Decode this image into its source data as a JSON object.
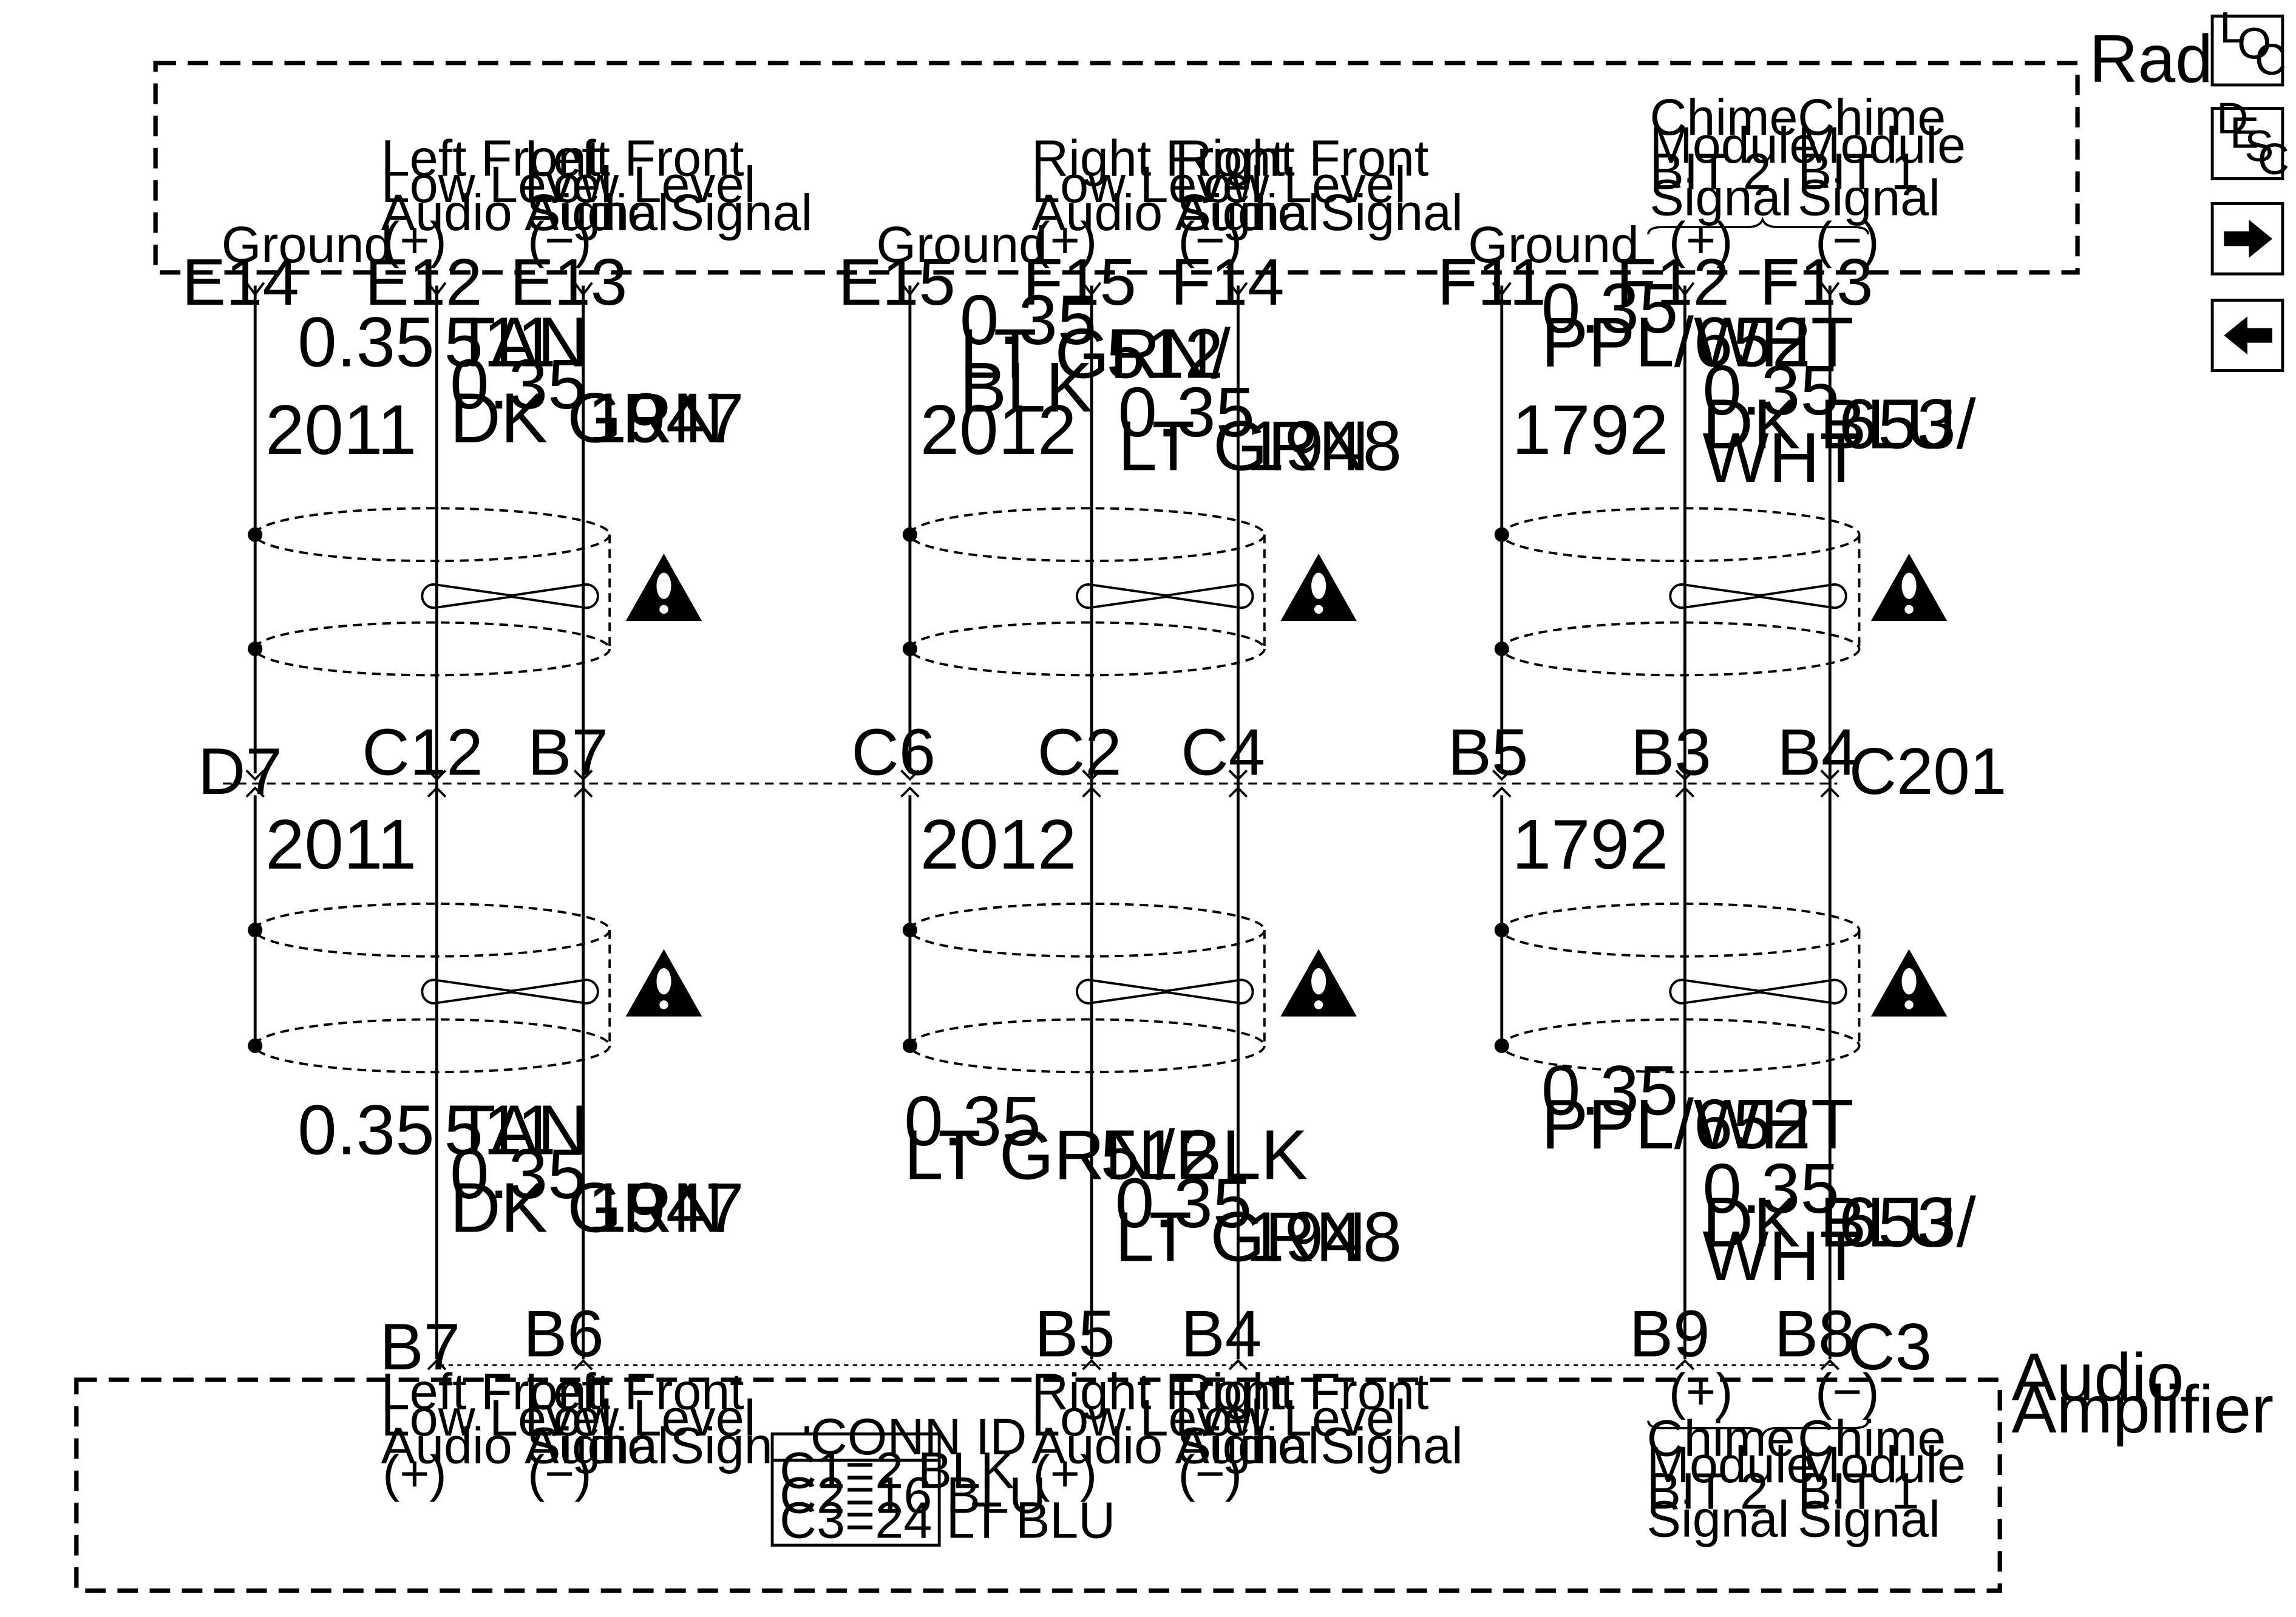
{
  "radio": {
    "title": "Radio",
    "cavity_labels": [
      {
        "id": "rad-ground-1",
        "lines": [
          "Ground"
        ]
      },
      {
        "id": "rad-lf-plus",
        "lines": [
          "Left Front",
          "Low Level",
          "Audio Signal",
          "(+)"
        ]
      },
      {
        "id": "rad-lf-minus",
        "lines": [
          "Left Front",
          "Low Level",
          "Audio Signal",
          "(−)"
        ]
      },
      {
        "id": "rad-ground-2",
        "lines": [
          "Ground"
        ]
      },
      {
        "id": "rad-rf-plus",
        "lines": [
          "Right Front",
          "Low Level",
          "Audio Signal",
          "(+)"
        ]
      },
      {
        "id": "rad-rf-minus",
        "lines": [
          "Right Front",
          "Low Level",
          "Audio Signal",
          "(−)"
        ]
      },
      {
        "id": "rad-ground-3",
        "lines": [
          "Ground"
        ]
      },
      {
        "id": "rad-chime-bit2",
        "lines": [
          "Chime",
          "Module",
          "BIT 2",
          "Signal"
        ]
      },
      {
        "id": "rad-chime-bit1",
        "lines": [
          "Chime",
          "Module",
          "BIT 1",
          "Signal"
        ]
      },
      {
        "id": "rad-chime-plus",
        "lines": [
          "(+)"
        ]
      },
      {
        "id": "rad-chime-minus",
        "lines": [
          "(−)"
        ]
      }
    ],
    "pins": [
      "E14",
      "E12",
      "E13",
      "E15",
      "F15",
      "F14",
      "F11",
      "F12",
      "F13"
    ]
  },
  "amplifier": {
    "title_lines": [
      "Audio",
      "Amplifier"
    ],
    "cavity_labels": [
      {
        "id": "amp-lf-plus",
        "lines": [
          "Left Front",
          "Low Level",
          "Audio Signal",
          "(+)"
        ]
      },
      {
        "id": "amp-lf-minus",
        "lines": [
          "Left Front",
          "Low Level",
          "Audio Signal",
          "(−)"
        ]
      },
      {
        "id": "amp-rf-plus",
        "lines": [
          "Right Front",
          "Low Level",
          "Audio Signal",
          "(+)"
        ]
      },
      {
        "id": "amp-rf-minus",
        "lines": [
          "Right Front",
          "Low Level",
          "Audio Signal",
          "(−)"
        ]
      },
      {
        "id": "amp-chime-plus",
        "lines": [
          "(+)"
        ]
      },
      {
        "id": "amp-chime-minus",
        "lines": [
          "(−)"
        ]
      },
      {
        "id": "amp-chime-bit2",
        "lines": [
          "Chime",
          "Module",
          "BIT 2",
          "Signal"
        ]
      },
      {
        "id": "amp-chime-bit1",
        "lines": [
          "Chime",
          "Module",
          "BIT 1",
          "Signal"
        ]
      }
    ],
    "pins": [
      "B7",
      "B6",
      "B5",
      "B4",
      "B9",
      "B8"
    ],
    "connector": "C3",
    "conn_id": {
      "title": "CONN ID",
      "rows": [
        "C1=2 BLK",
        "C2=16 BLU",
        "C3=24 LT BLU"
      ]
    }
  },
  "inline_connector": {
    "name": "C201",
    "pins": [
      "D7",
      "C12",
      "B7",
      "C6",
      "C2",
      "C4",
      "B5",
      "B3",
      "B4"
    ]
  },
  "upper_wires": [
    {
      "id": "u-2011",
      "lines": [
        "2011"
      ]
    },
    {
      "id": "u-tan",
      "lines": [
        "0.35 TAN"
      ]
    },
    {
      "id": "u-511",
      "lines": [
        "511"
      ]
    },
    {
      "id": "u-dkgrn-1",
      "lines": [
        "0.35",
        "DK GRN"
      ]
    },
    {
      "id": "u-1947",
      "lines": [
        "1947"
      ]
    },
    {
      "id": "u-2012",
      "lines": [
        "2012"
      ]
    },
    {
      "id": "u-ltgrnblk",
      "lines": [
        "0.35",
        "LT GRN/",
        "BLK"
      ]
    },
    {
      "id": "u-512",
      "lines": [
        "512"
      ]
    },
    {
      "id": "u-ltgrn",
      "lines": [
        "0.35",
        "LT GRN"
      ]
    },
    {
      "id": "u-1948",
      "lines": [
        "1948"
      ]
    },
    {
      "id": "u-1792",
      "lines": [
        "1792"
      ]
    },
    {
      "id": "u-pplwht",
      "lines": [
        "0.35",
        "PPL/WHT"
      ]
    },
    {
      "id": "u-652",
      "lines": [
        "652"
      ]
    },
    {
      "id": "u-dkbluwht",
      "lines": [
        "0.35",
        "DK BLU/",
        "WHT"
      ]
    },
    {
      "id": "u-653",
      "lines": [
        "653"
      ]
    }
  ],
  "lower_wires": [
    {
      "id": "l-2011",
      "lines": [
        "2011"
      ]
    },
    {
      "id": "l-tan",
      "lines": [
        "0.35 TAN"
      ]
    },
    {
      "id": "l-511",
      "lines": [
        "511"
      ]
    },
    {
      "id": "l-dkgrn",
      "lines": [
        "0.35",
        "DK GRN"
      ]
    },
    {
      "id": "l-1947",
      "lines": [
        "1947"
      ]
    },
    {
      "id": "l-2012",
      "lines": [
        "2012"
      ]
    },
    {
      "id": "l-ltgrnblk",
      "lines": [
        "0.35",
        "LT GRN/BLK"
      ]
    },
    {
      "id": "l-512",
      "lines": [
        "512"
      ]
    },
    {
      "id": "l-ltgrn",
      "lines": [
        "0.35",
        "LT GRN"
      ]
    },
    {
      "id": "l-1948",
      "lines": [
        "1948"
      ]
    },
    {
      "id": "l-1792",
      "lines": [
        "1792"
      ]
    },
    {
      "id": "l-pplwht",
      "lines": [
        "0.35",
        "PPL/WHT"
      ]
    },
    {
      "id": "l-652",
      "lines": [
        "652"
      ]
    },
    {
      "id": "l-dkbluwht",
      "lines": [
        "0.35",
        "DK BLU/",
        "WHT"
      ]
    },
    {
      "id": "l-653",
      "lines": [
        "653"
      ]
    }
  ],
  "nav": {
    "loc": [
      "L",
      "O",
      "C"
    ],
    "desc": [
      "D",
      "E",
      "S",
      "C"
    ],
    "forward_icon": "right-arrow-icon",
    "back_icon": "left-arrow-icon"
  }
}
